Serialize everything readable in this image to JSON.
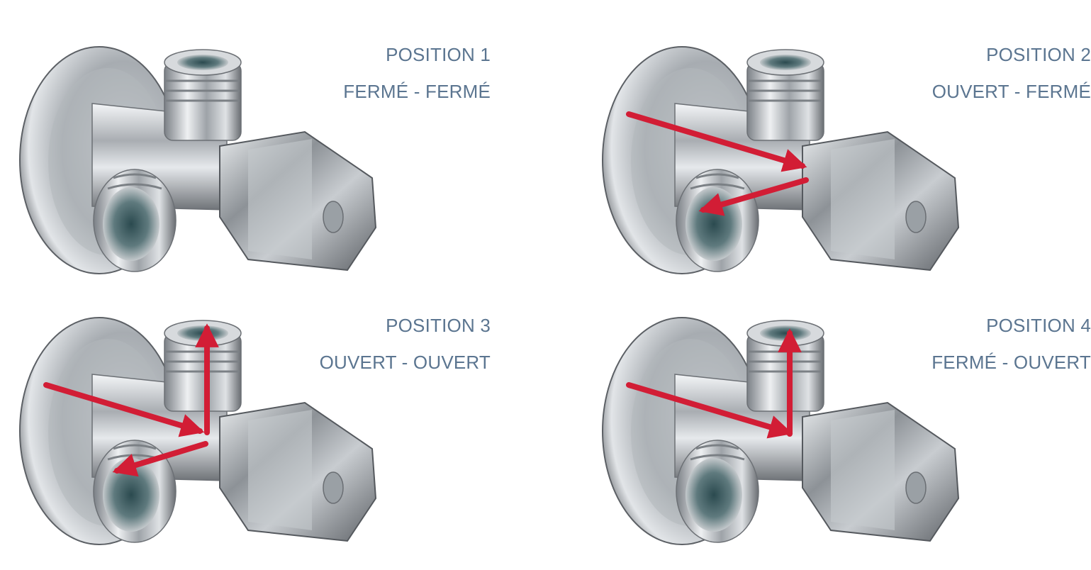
{
  "accent_arrow_color": "#d21d35",
  "caption_color": "#5b7590",
  "positions": [
    {
      "title": "POSITION 1",
      "state": "FERMÉ - FERMÉ",
      "arrows": []
    },
    {
      "title": "POSITION 2",
      "state": "OUVERT - FERMÉ",
      "arrows": [
        "inlet",
        "left-outlet"
      ]
    },
    {
      "title": "POSITION 3",
      "state": "OUVERT - OUVERT",
      "arrows": [
        "inlet",
        "left-outlet",
        "top-outlet"
      ]
    },
    {
      "title": "POSITION 4",
      "state": "FERMÉ - OUVERT",
      "arrows": [
        "inlet",
        "top-outlet"
      ]
    }
  ]
}
